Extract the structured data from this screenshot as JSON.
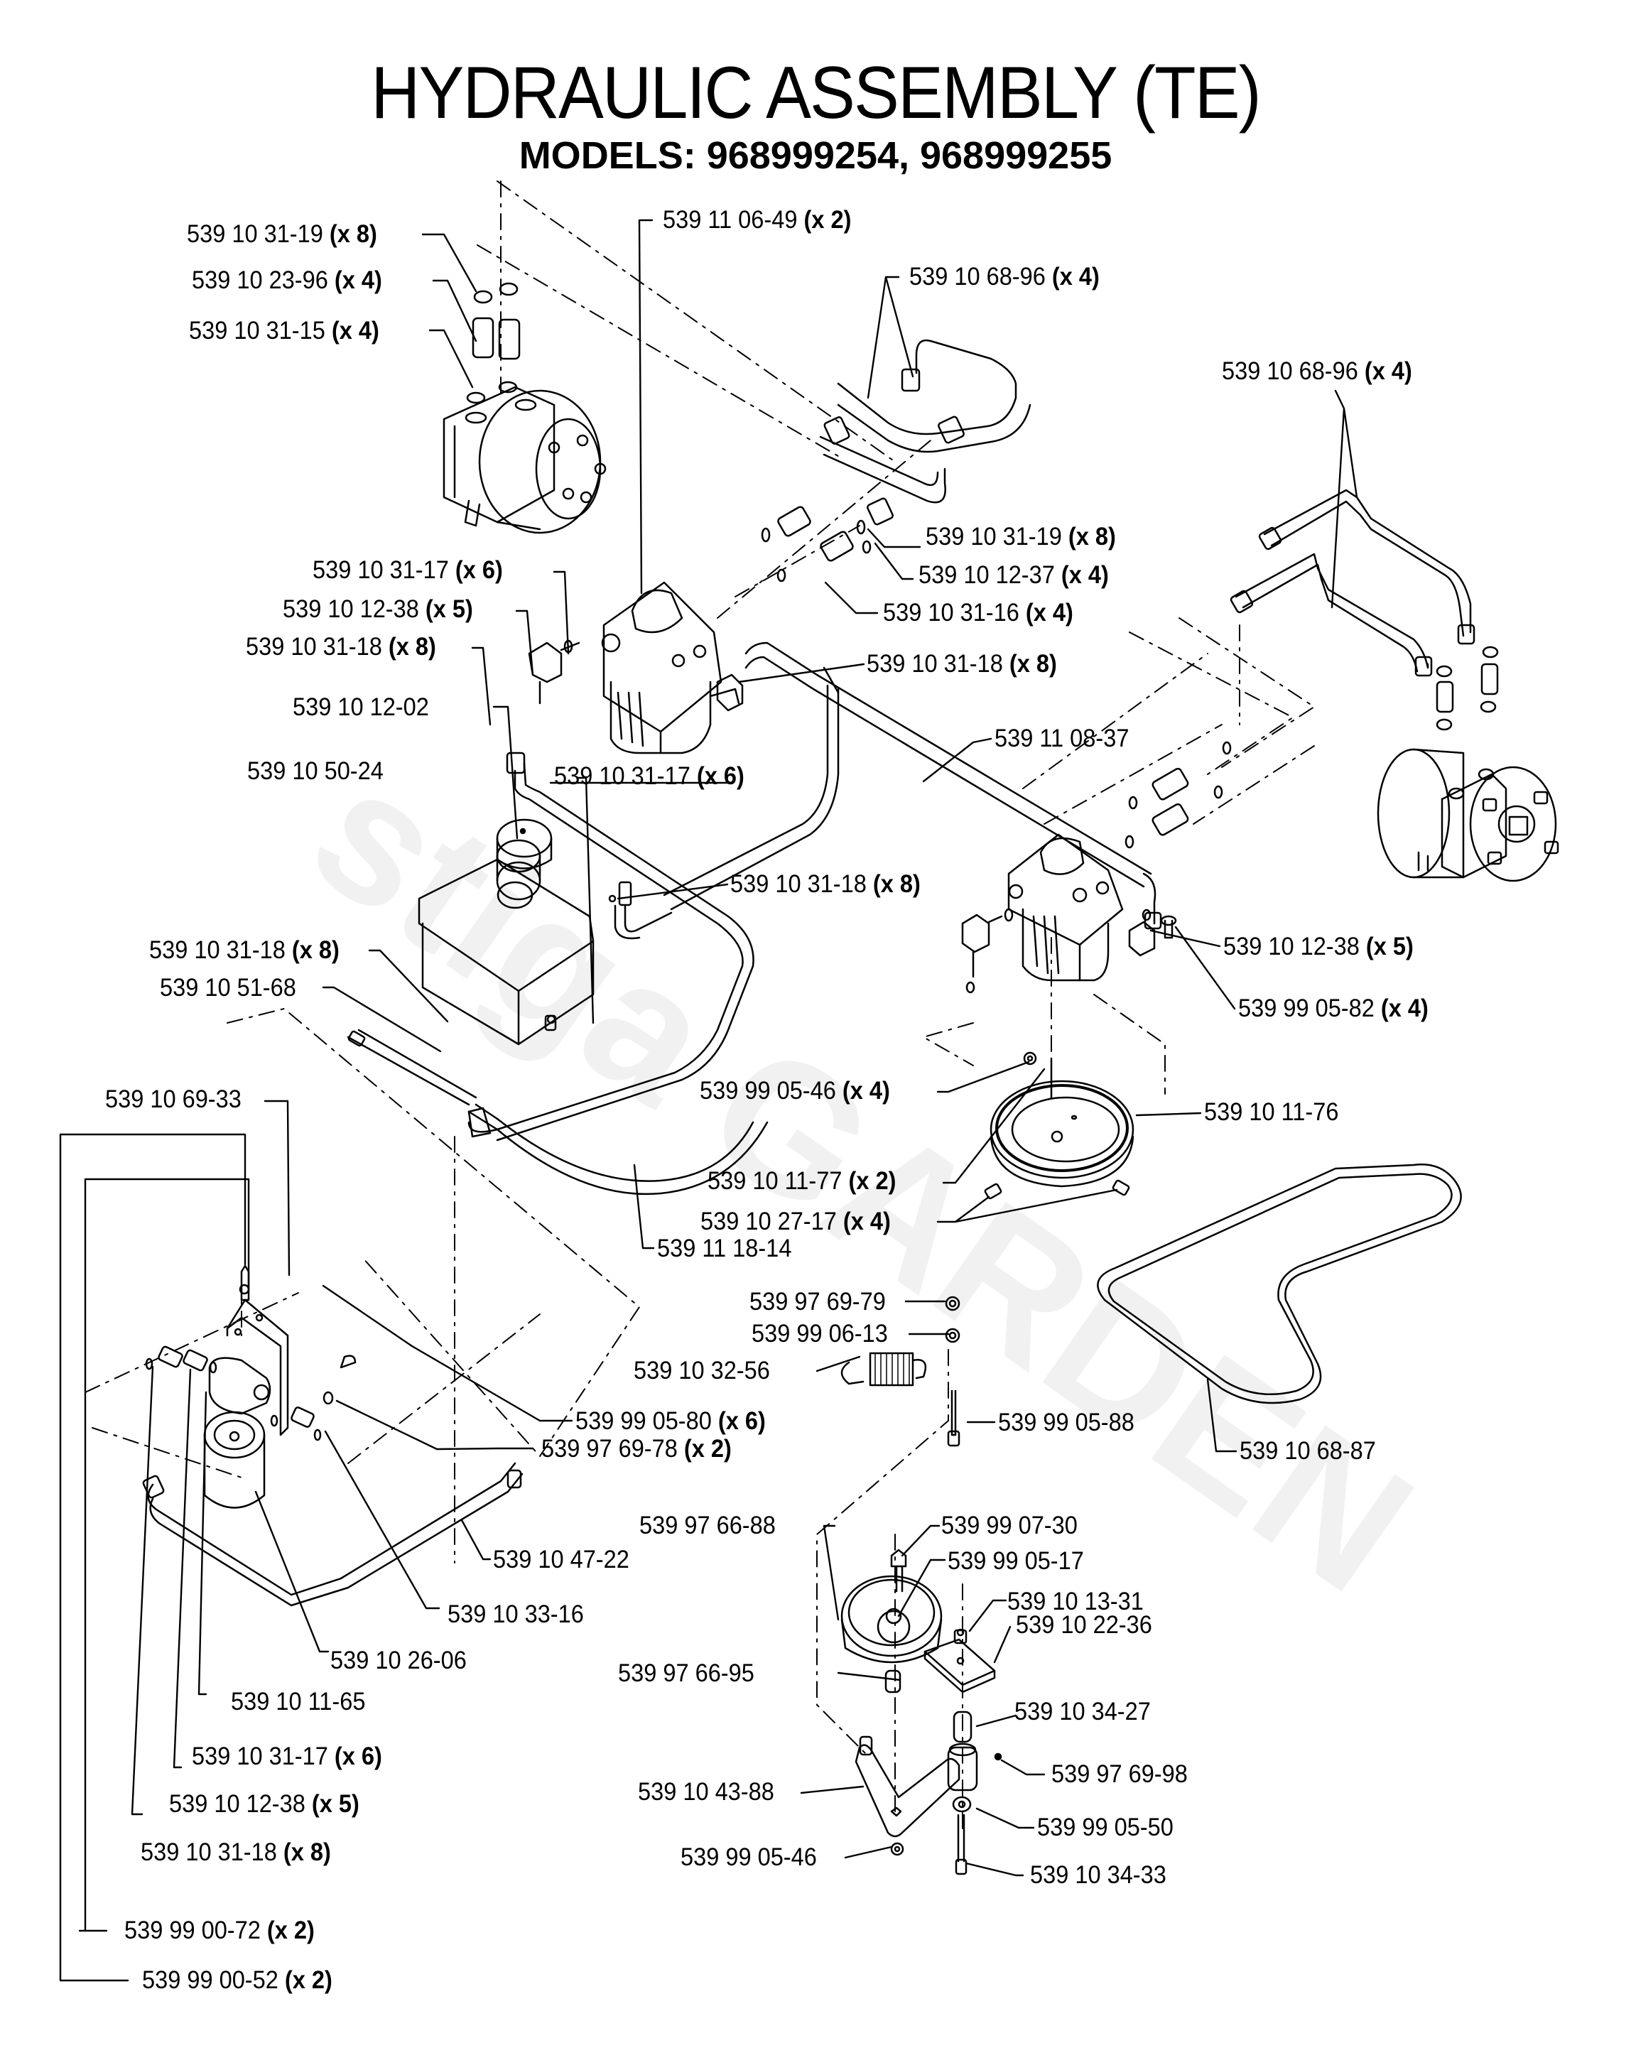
{
  "header": {
    "title": "HYDRAULIC ASSEMBLY (TE)",
    "subtitle": "MODELS:  968999254,  968999255"
  },
  "watermark": "stiga GARDEN",
  "callouts": [
    {
      "part": "539 10 31-19",
      "qty": "(x 8)"
    },
    {
      "part": "539 10 23-96",
      "qty": "(x 4)"
    },
    {
      "part": "539 10 31-15",
      "qty": "(x 4)"
    },
    {
      "part": "539 11 06-49",
      "qty": "(x 2)"
    },
    {
      "part": "539 10 68-96",
      "qty": "(x 4)"
    },
    {
      "part": "539 10 68-96",
      "qty": "(x 4)"
    },
    {
      "part": "539 10 31-19",
      "qty": "(x 8)"
    },
    {
      "part": "539 10 12-37",
      "qty": "(x 4)"
    },
    {
      "part": "539 10 31-16",
      "qty": "(x 4)"
    },
    {
      "part": "539 10 31-17",
      "qty": "(x 6)"
    },
    {
      "part": "539 10 12-38",
      "qty": "(x 5)"
    },
    {
      "part": "539 10 31-18",
      "qty": "(x 8)"
    },
    {
      "part": "539 10 31-18",
      "qty": "(x 8)"
    },
    {
      "part": "539 10 12-02",
      "qty": ""
    },
    {
      "part": "539 10 31-17",
      "qty": "(x 6)"
    },
    {
      "part": "539 11 08-37",
      "qty": ""
    },
    {
      "part": "539 10 50-24",
      "qty": ""
    },
    {
      "part": "539 10 31-18",
      "qty": "(x 8)"
    },
    {
      "part": "539 10 12-38",
      "qty": "(x 5)"
    },
    {
      "part": "539 10 31-18",
      "qty": "(x 8)"
    },
    {
      "part": "539 10 51-68",
      "qty": ""
    },
    {
      "part": "539 99 05-82",
      "qty": "(x 4)"
    },
    {
      "part": "539 99 05-46",
      "qty": "(x 4)"
    },
    {
      "part": "539 10 69-33",
      "qty": ""
    },
    {
      "part": "539 10 11-76",
      "qty": ""
    },
    {
      "part": "539 10 11-77",
      "qty": "(x 2)"
    },
    {
      "part": "539 10 27-17",
      "qty": "(x 4)"
    },
    {
      "part": "539 11 18-14",
      "qty": ""
    },
    {
      "part": "539 97 69-79",
      "qty": ""
    },
    {
      "part": "539 99 06-13",
      "qty": ""
    },
    {
      "part": "539 10 32-56",
      "qty": ""
    },
    {
      "part": "539 99 05-88",
      "qty": ""
    },
    {
      "part": "539 10 68-87",
      "qty": ""
    },
    {
      "part": "539 99 05-80",
      "qty": "(x 6)"
    },
    {
      "part": "539 97 69-78",
      "qty": "(x 2)"
    },
    {
      "part": "539 97 66-88",
      "qty": ""
    },
    {
      "part": "539 99 07-30",
      "qty": ""
    },
    {
      "part": "539 99 05-17",
      "qty": ""
    },
    {
      "part": "539 10 47-22",
      "qty": ""
    },
    {
      "part": "539 10 33-16",
      "qty": ""
    },
    {
      "part": "539 10 13-31",
      "qty": ""
    },
    {
      "part": "539 10 22-36",
      "qty": ""
    },
    {
      "part": "539 97 66-95",
      "qty": ""
    },
    {
      "part": "539 10 26-06",
      "qty": ""
    },
    {
      "part": "539 10 34-27",
      "qty": ""
    },
    {
      "part": "539 10 11-65",
      "qty": ""
    },
    {
      "part": "539 10 31-17",
      "qty": "(x 6)"
    },
    {
      "part": "539 97 69-98",
      "qty": ""
    },
    {
      "part": "539 10 43-88",
      "qty": ""
    },
    {
      "part": "539 10 12-38",
      "qty": "(x 5)"
    },
    {
      "part": "539 99 05-50",
      "qty": ""
    },
    {
      "part": "539 10 31-18",
      "qty": "(x 8)"
    },
    {
      "part": "539 99 05-46",
      "qty": ""
    },
    {
      "part": "539 10 34-33",
      "qty": ""
    },
    {
      "part": "539 99 00-72",
      "qty": "(x 2)"
    },
    {
      "part": "539 99 00-52",
      "qty": "(x 2)"
    }
  ]
}
